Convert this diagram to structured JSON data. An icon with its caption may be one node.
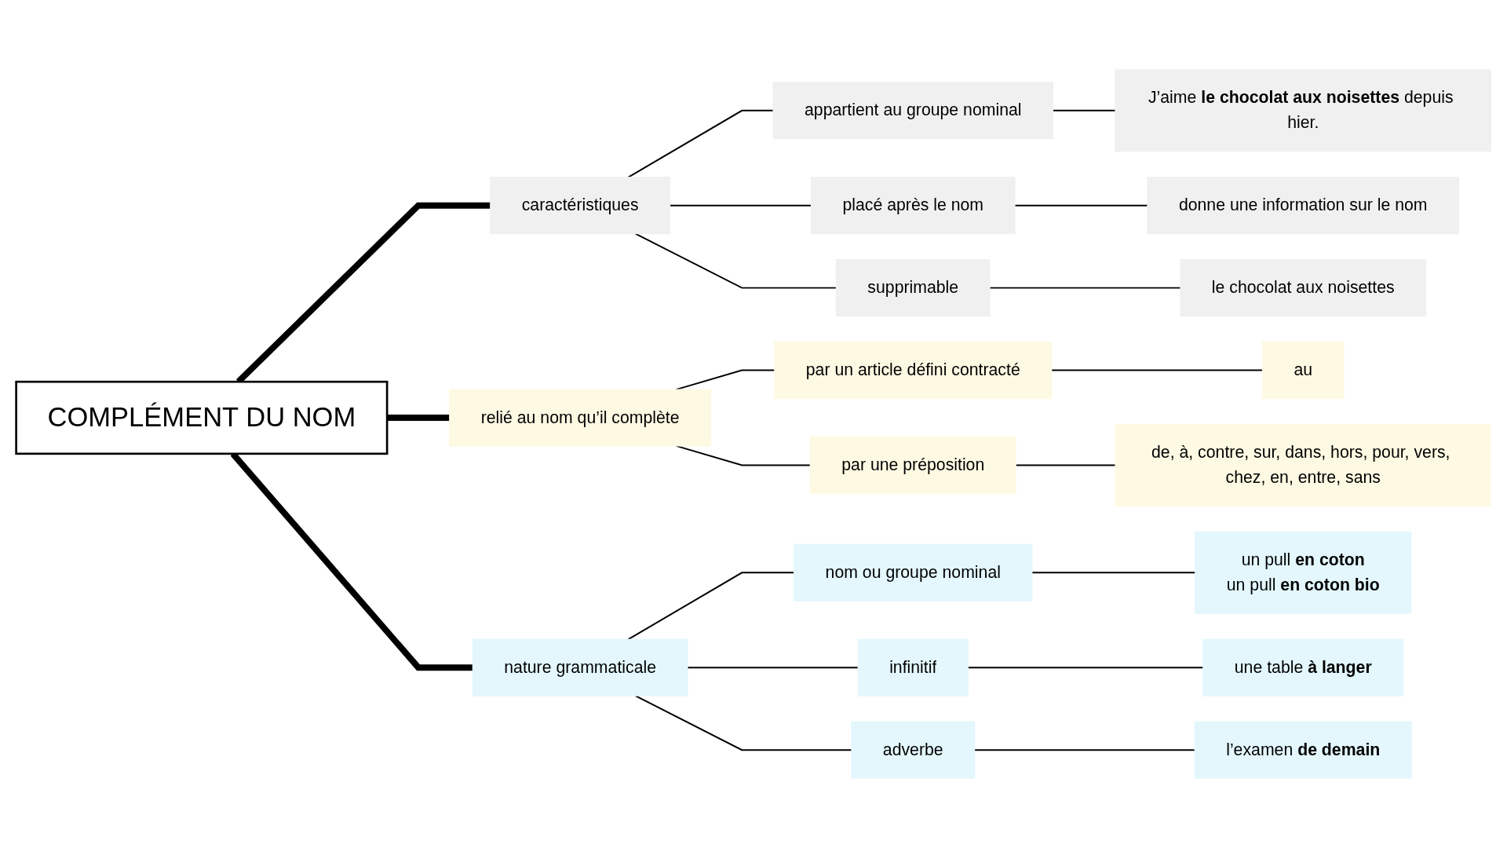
{
  "diagram": {
    "nodes": [
      {
        "text": [
          "COMPLÉMENT DU NOM"
        ]
      },
      {
        "text": [
          "caractéristiques"
        ]
      },
      {
        "text": [
          "appartient au groupe nominal"
        ]
      },
      {
        "text": [
          "J’aime **le chocolat aux noisettes** depuis hier."
        ]
      },
      {
        "text": [
          "placé après le nom"
        ]
      },
      {
        "text": [
          "donne une information sur le nom"
        ]
      },
      {
        "text": [
          "supprimable"
        ]
      },
      {
        "text": [
          "le chocolat aux noisettes"
        ]
      },
      {
        "text": [
          "relié au nom qu’il complète"
        ]
      },
      {
        "text": [
          "par un article défini contracté"
        ]
      },
      {
        "text": [
          "au"
        ]
      },
      {
        "text": [
          "par une préposition"
        ]
      },
      {
        "text": [
          "de, à, contre, sur, dans, hors, pour, vers, chez, en, entre, sans"
        ]
      },
      {
        "text": [
          "nature grammaticale"
        ]
      },
      {
        "text": [
          "nom ou groupe nominal"
        ]
      },
      {
        "text": [
          "un pull **en coton**",
          "un pull **en coton bio**"
        ]
      },
      {
        "text": [
          "infinitif"
        ]
      },
      {
        "text": [
          "une table **à langer**"
        ]
      },
      {
        "text": [
          "adverbe"
        ]
      },
      {
        "text": [
          "l’examen **de demain**"
        ]
      }
    ],
    "edges": [
      {
        "from": 0,
        "to": 1,
        "arrow": "none",
        "style": "thick"
      },
      {
        "from": 1,
        "to": 2,
        "arrow": "none"
      },
      {
        "from": 2,
        "to": 3,
        "arrow": "none"
      },
      {
        "from": 1,
        "to": 4,
        "arrow": "none"
      },
      {
        "from": 4,
        "to": 5,
        "arrow": "none"
      },
      {
        "from": 1,
        "to": 6,
        "arrow": "none"
      },
      {
        "from": 6,
        "to": 7,
        "arrow": "none"
      },
      {
        "from": 0,
        "to": 8,
        "arrow": "none",
        "style": "thick"
      },
      {
        "from": 8,
        "to": 9,
        "arrow": "none"
      },
      {
        "from": 9,
        "to": 10,
        "arrow": "none"
      },
      {
        "from": 8,
        "to": 11,
        "arrow": "none"
      },
      {
        "from": 11,
        "to": 12,
        "arrow": "none"
      },
      {
        "from": 0,
        "to": 13,
        "arrow": "none",
        "style": "thick"
      },
      {
        "from": 13,
        "to": 14,
        "arrow": "none"
      },
      {
        "from": 14,
        "to": 15,
        "arrow": "none"
      },
      {
        "from": 13,
        "to": 16,
        "arrow": "none"
      },
      {
        "from": 16,
        "to": 17,
        "arrow": "none"
      },
      {
        "from": 13,
        "to": 18,
        "arrow": "none"
      },
      {
        "from": 18,
        "to": 19,
        "arrow": "none"
      }
    ]
  }
}
